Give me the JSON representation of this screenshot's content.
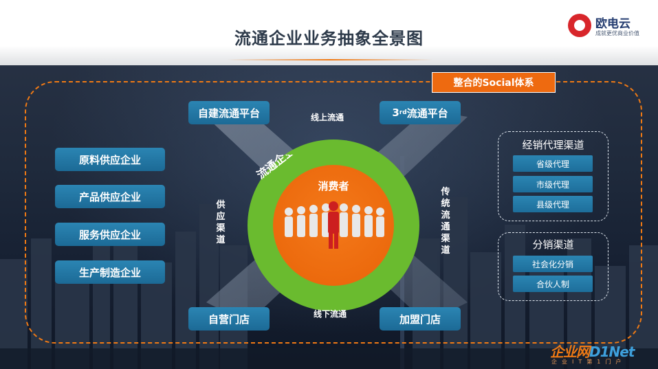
{
  "title": "流通企业业务抽象全景图",
  "logo": {
    "name": "欧电云",
    "slogan": "成就更优商业价值"
  },
  "social_tag": "整合的Social体系",
  "top_left_box": "自建流通平台",
  "top_right_box": {
    "prefix": "3",
    "sup": "rd",
    "text": "流通平台"
  },
  "bottom_left_box": "自营门店",
  "bottom_right_box": "加盟门店",
  "online_label": "线上流通",
  "offline_label": "线下流通",
  "supply_channel": "供应渠道",
  "traditional_channel": "传统流通渠道",
  "ring_label": "流通企业",
  "center_label": "消费者",
  "suppliers": [
    "原料供应企业",
    "产品供应企业",
    "服务供应企业",
    "生产制造企业"
  ],
  "distribution": {
    "title": "经销代理渠道",
    "items": [
      "省级代理",
      "市级代理",
      "县级代理"
    ]
  },
  "resale": {
    "title": "分销渠道",
    "items": [
      "社会化分销",
      "合伙人制"
    ]
  },
  "watermark": {
    "main_a": "企业网",
    "main_b": "D1Net",
    "sub": "企业IT第1门户"
  },
  "colors": {
    "orange": "#ee6a10",
    "green": "#6abb2f",
    "blue": "#1f6f9b"
  }
}
